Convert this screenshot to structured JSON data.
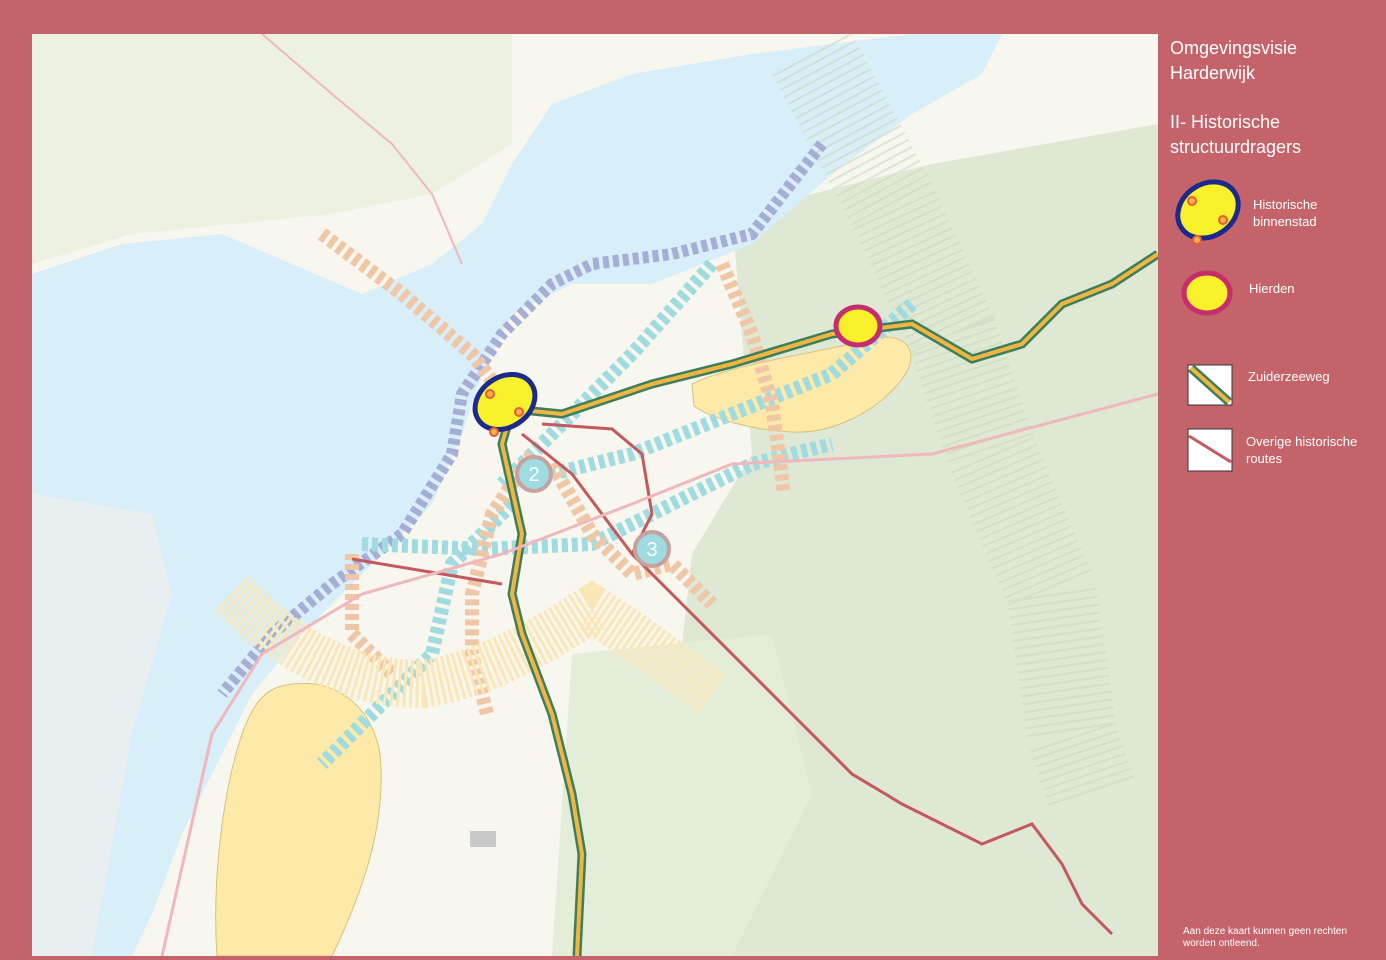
{
  "map": {
    "title": "Omgevingsvisie Harderwijk",
    "subtitle": "II- Historische structuurdragers",
    "markers": [
      "2",
      "3"
    ],
    "colors": {
      "frame": "#c4646a",
      "water": "#d8eef8",
      "land": "#f7f7ef",
      "forest": "#dfe8d5",
      "ring_blue": "#a7aed6",
      "axis_teal": "#9fdbe0",
      "axis_orange": "#f0c7a6",
      "axis_yellow": "#fbe6b6",
      "zuiderzeeweg_outer": "#3d7f5b",
      "zuiderzeeweg_inner": "#f1b544",
      "historic_routes": "#c4585d",
      "binnenstad_fill": "#f7f02a",
      "binnenstad_ring": "#1c2a8e",
      "hierden_ring": "#c42d6e"
    }
  },
  "legend": {
    "items": [
      {
        "label": "Historische binnenstad",
        "icon": "blue-ellipse-icon"
      },
      {
        "label": "Hierden",
        "icon": "magenta-ellipse-icon"
      },
      {
        "label": "Zuiderzeeweg",
        "icon": "green-yellow-line-icon"
      },
      {
        "label": "Overige historische routes",
        "icon": "red-line-icon"
      }
    ]
  },
  "disclaimer": "Aan deze kaart kunnen geen rechten worden ontleend."
}
